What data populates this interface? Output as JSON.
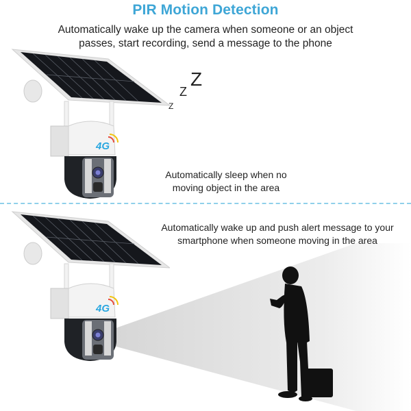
{
  "header": {
    "title": "PIR Motion Detection",
    "subtitle_line1": "Automatically wake up the camera when someone or an object",
    "subtitle_line2": "passes, start recording, send a message to the phone"
  },
  "sleep_section": {
    "caption_line1": "Automatically sleep when no",
    "caption_line2": "moving object in the area",
    "z_large": "Z",
    "z_medium": "Z",
    "z_small": "Z"
  },
  "alert_section": {
    "caption_line1": "Automatically wake up and push alert message to your",
    "caption_line2": "smartphone when someone moving in the area"
  },
  "camera": {
    "badge": "4G",
    "badge_color": "#2aa7e0"
  },
  "colors": {
    "title": "#3ea6d6",
    "divider": "#8fd0ea",
    "beam": "#d9d9d9",
    "silhouette": "#111111"
  }
}
